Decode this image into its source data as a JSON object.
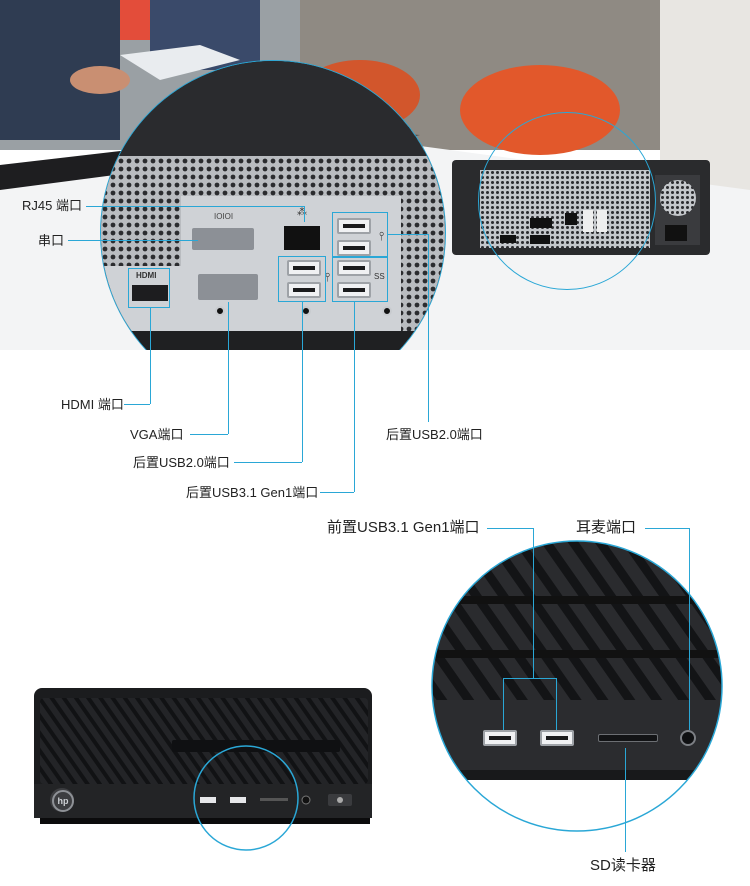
{
  "rear_labels": {
    "rj45": "RJ45 端口",
    "serial": "串口",
    "hdmi": "HDMI 端口",
    "vga": "VGA端口",
    "rear_usb20_left": "后置USB2.0端口",
    "rear_usb31": "后置USB3.1 Gen1端口",
    "rear_usb20_right": "后置USB2.0端口"
  },
  "panel_marks": {
    "serial_mark": "IOIOI",
    "hdmi_mark": "HDMI",
    "ss_mark": "SS"
  },
  "front_labels": {
    "front_usb31": "前置USB3.1 Gen1端口",
    "headset": "耳麦端口",
    "sd_reader": "SD读卡器"
  },
  "colors": {
    "accent_line": "#2aa7d6",
    "case_black": "#1e1f21",
    "panel_grey": "#cfd2d6"
  },
  "icons": {
    "usb_symbol": "usb-icon",
    "network_symbol": "network-icon",
    "brand_logo": "hp-logo-icon"
  }
}
